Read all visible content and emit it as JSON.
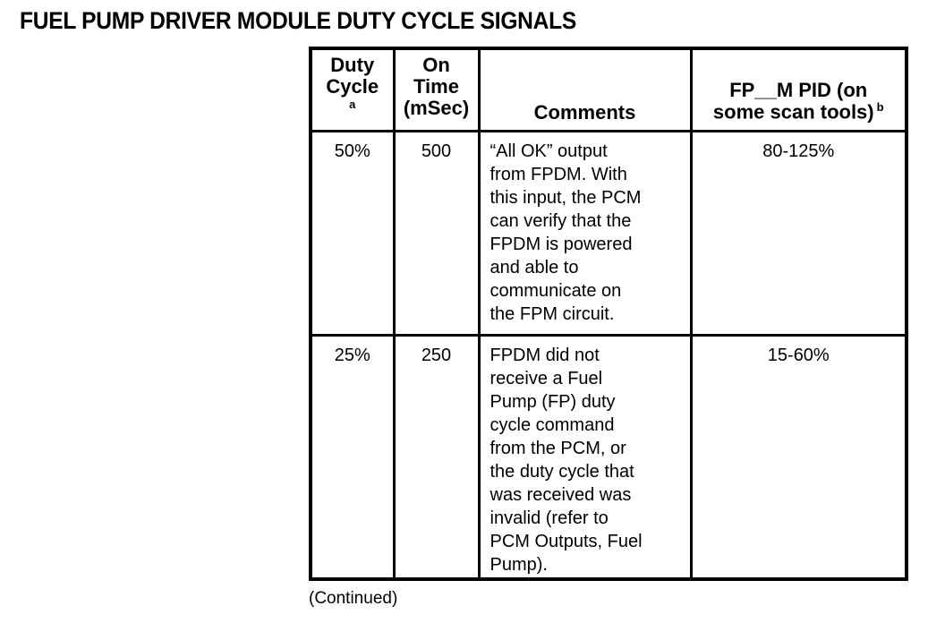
{
  "page": {
    "title": "FUEL PUMP DRIVER MODULE DUTY CYCLE SIGNALS",
    "continued_note": "(Continued)",
    "colors": {
      "ink": "#000000",
      "paper": "#ffffff"
    }
  },
  "table": {
    "headers": [
      {
        "label": "Duty\nCycle",
        "footnote": "a"
      },
      {
        "label": "On\nTime\n(mSec)"
      },
      {
        "label": "Comments"
      },
      {
        "label": "FP__M PID (on\nsome scan tools)",
        "footnote": "b"
      }
    ],
    "rows": [
      {
        "duty_cycle": "50%",
        "on_time": "500",
        "comments": "“All OK” output\nfrom FPDM. With\nthis input, the PCM\ncan verify that the\nFPDM is powered\nand able to\ncommunicate on\nthe FPM circuit.",
        "fp_m_pid": "80-125%"
      },
      {
        "duty_cycle": "25%",
        "on_time": "250",
        "comments": "FPDM did not\nreceive a Fuel\nPump (FP) duty\ncycle command\nfrom the PCM, or\nthe duty cycle that\nwas received was\ninvalid (refer to\nPCM Outputs, Fuel\nPump).",
        "fp_m_pid": "15-60%"
      }
    ]
  }
}
